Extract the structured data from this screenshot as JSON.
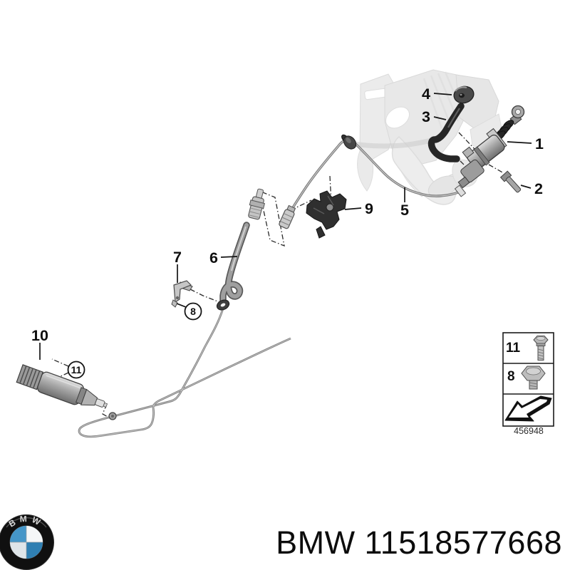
{
  "diagram": {
    "callouts": [
      {
        "label": "1",
        "circled": false
      },
      {
        "label": "2",
        "circled": false
      },
      {
        "label": "3",
        "circled": false
      },
      {
        "label": "4",
        "circled": false
      },
      {
        "label": "5",
        "circled": false
      },
      {
        "label": "6",
        "circled": false
      },
      {
        "label": "7",
        "circled": false
      },
      {
        "label": "8",
        "circled": true
      },
      {
        "label": "9",
        "circled": false
      },
      {
        "label": "10",
        "circled": false
      },
      {
        "label": "11",
        "circled": true
      }
    ],
    "legend": {
      "items": [
        {
          "label": "11",
          "icon": "long-bolt-icon"
        },
        {
          "label": "8",
          "icon": "flange-bolt-icon"
        },
        {
          "label": "",
          "icon": "direction-arrow-icon"
        }
      ],
      "diagram_number": "456948"
    }
  },
  "footer": {
    "logo_text": "BMW",
    "caption": "BMW 11518577668"
  },
  "colors": {
    "background": "#ffffff",
    "line": "#141414",
    "part_dark": "#262626",
    "part_gray": "#9a9a9a",
    "faded_assembly": "#d6d6d6",
    "bmw_blue": "#3a8ec2"
  }
}
